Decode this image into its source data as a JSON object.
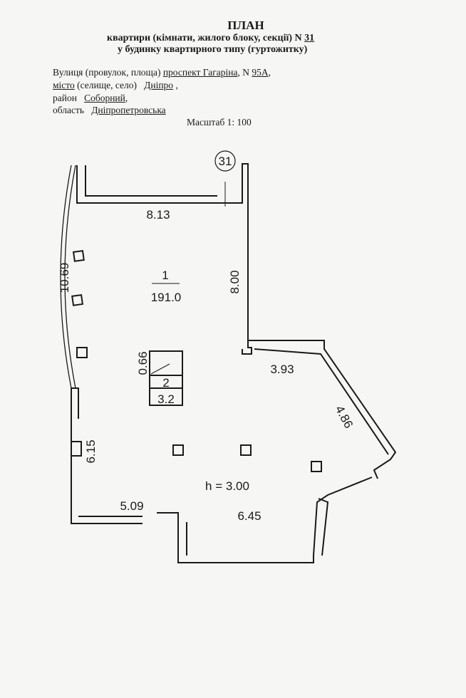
{
  "header": {
    "title": "ПЛАН",
    "line1_prefix": "квартири (кімнати, жилого блоку, секції) N ",
    "apartment_number": "31",
    "line2": "у будинку квартирного типу (гуртожитку)"
  },
  "address": {
    "street_label": "Вулиця (провулок, площа) ",
    "street_value": "проспект Гагаріна",
    "number_label": ", N ",
    "number_value": "95А",
    "city_label": "місто",
    "city_label_rest": " (селище, село) ",
    "city_value": "Дніпро",
    "district_label": "район ",
    "district_value": "Соборний",
    "region_label": "область ",
    "region_value": "Дніпропетровська",
    "scale": "Масштаб 1: 100"
  },
  "plan": {
    "apartment_marker": "31",
    "room1_number": "1",
    "room1_area": "191.0",
    "room2_number": "2",
    "room2_area": "3.2",
    "ceiling_height": "h = 3.00",
    "dimensions": {
      "top": "8.13",
      "left_curve": "10.69",
      "right_upper": "8.00",
      "right_step": "3.93",
      "diagonal": "4.86",
      "left_lower": "6.15",
      "bottom_left": "5.09",
      "bottom": "6.45",
      "shaft": "0.66"
    }
  }
}
